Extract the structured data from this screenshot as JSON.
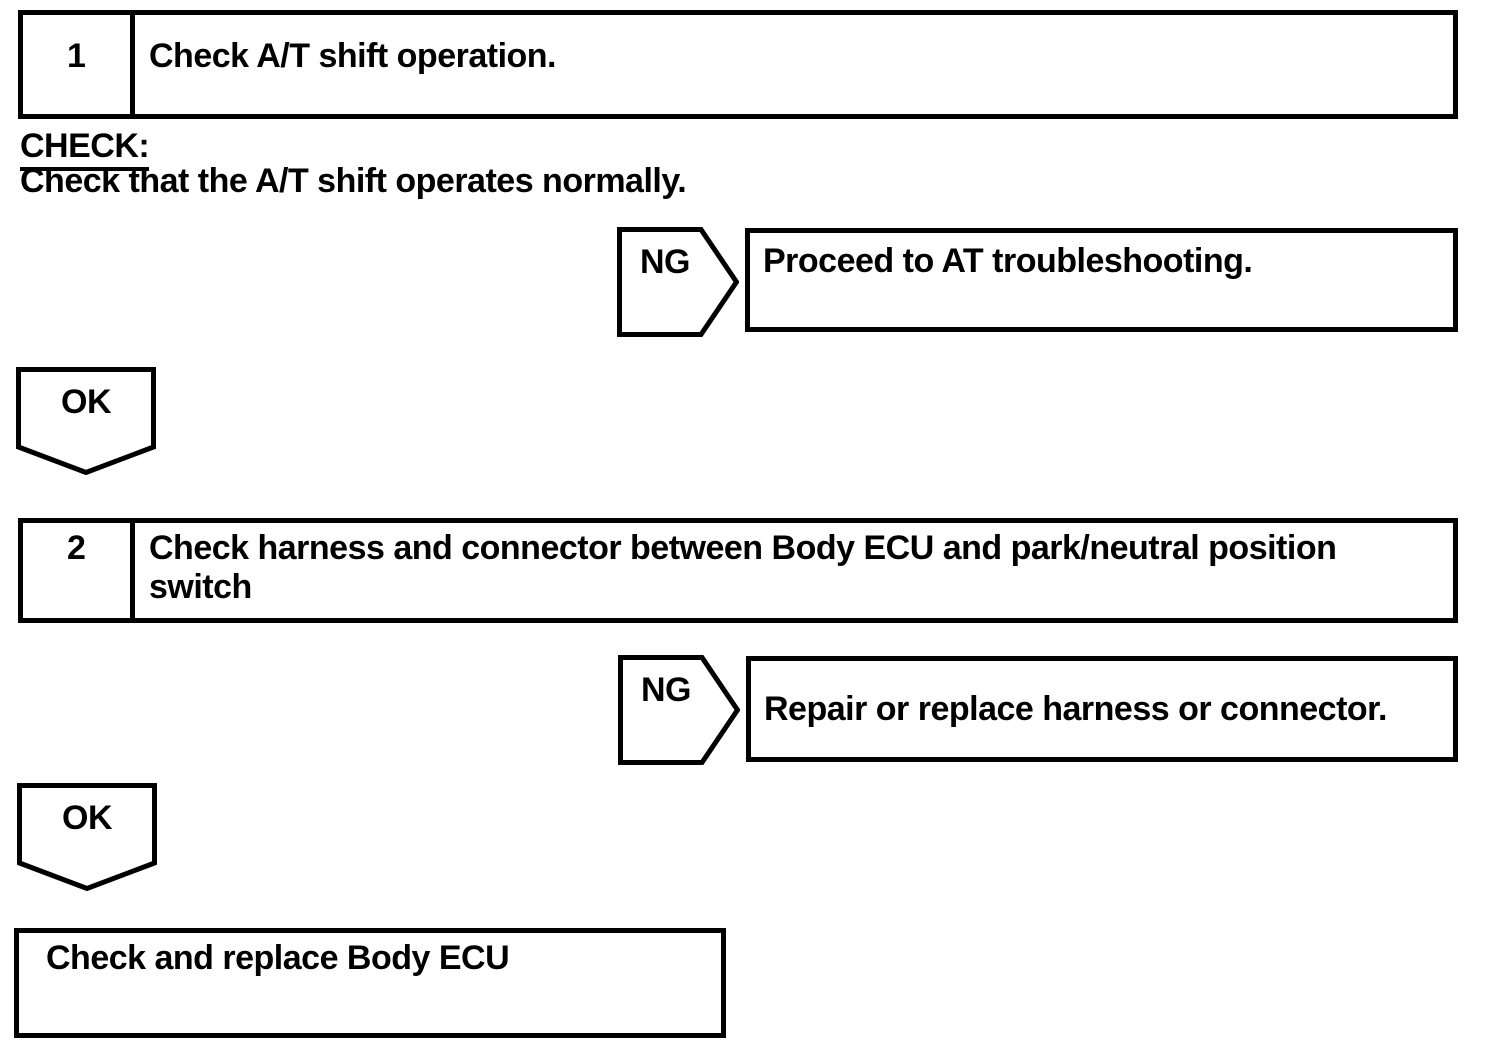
{
  "page": {
    "background": "#ffffff",
    "ink": "#000000",
    "kind": "A/T shift troubleshooting flowchart"
  },
  "flow": {
    "steps": [
      {
        "number": "1",
        "title": "Check A/T shift operation.",
        "check_heading": "CHECK:",
        "check_instruction": "Check that the A/T shift operates normally.",
        "ng": {
          "label": "NG",
          "result": "Proceed to AT troubleshooting."
        },
        "ok": {
          "label": "OK"
        }
      },
      {
        "number": "2",
        "title": "Check harness and connector between Body ECU and park/neutral position switch",
        "ng": {
          "label": "NG",
          "result": "Repair or replace harness or connector."
        },
        "ok": {
          "label": "OK"
        }
      }
    ],
    "final_action": {
      "label": "Check and replace Body ECU"
    }
  }
}
